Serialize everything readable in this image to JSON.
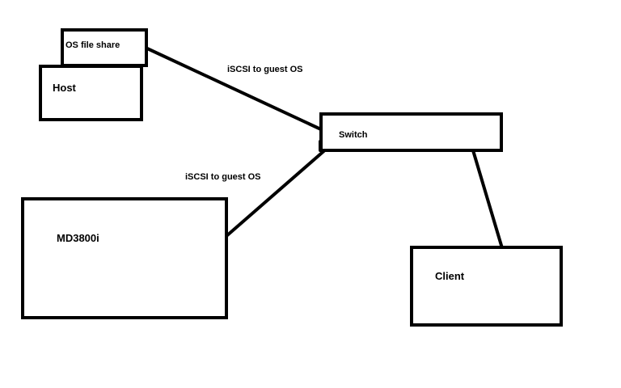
{
  "nodes": {
    "os_file_share": "OS file share",
    "host": "Host",
    "switch": "Switch",
    "md3800i": "MD3800i",
    "client": "Client"
  },
  "links": {
    "host_switch_label": "iSCSI to guest OS",
    "storage_switch_label": "iSCSI to guest OS"
  },
  "colors": {
    "stroke": "#000000",
    "background": "#ffffff"
  }
}
